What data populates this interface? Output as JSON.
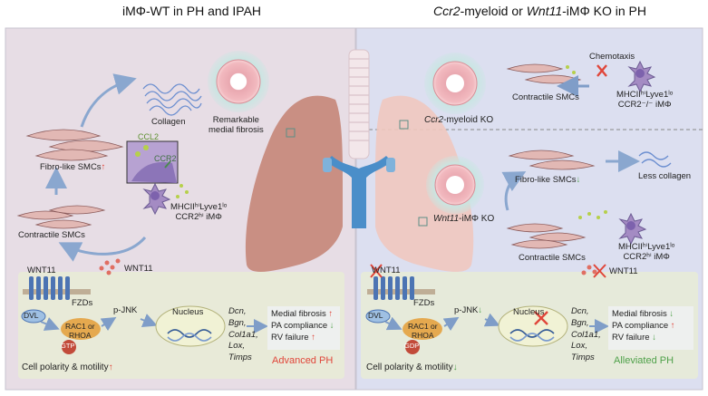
{
  "left": {
    "title": "iMΦ-WT in PH and IPAH",
    "collagen": "Collagen",
    "remarkable_1": "Remarkable",
    "remarkable_2": "medial fibrosis",
    "fibro_smcs": "Fibro-like SMCs",
    "ccl2": "CCL2",
    "ccr2": "CCR2",
    "macro_1": "MHCIIʰⁱLyve1ˡᵒ",
    "macro_2": "CCR2ʰⁱ iMΦ",
    "contractile": "Contractile SMCs",
    "wnt11_dots": "WNT11",
    "wnt11_receptor": "WNT11",
    "fzds": "FZDs",
    "dvl": "DVL",
    "rac1_1": "RAC1 or",
    "rac1_2": "RHOA",
    "gtp": "GTP",
    "pjnk": "p-JNK",
    "nucleus": "Nucleus",
    "genes": [
      "Dcn,",
      "Bgn,",
      "Col1a1,",
      "Lox,",
      "Timps"
    ],
    "outcomes": [
      "Medial fibrosis",
      "PA compliance",
      "RV failure"
    ],
    "cell_polarity": "Cell polarity & motility",
    "status": "Advanced PH"
  },
  "right": {
    "title_italic": "Ccr2",
    "title_mid": "-myeloid or ",
    "title_italic2": "Wnt11",
    "title_end": "-iMΦ KO in PH",
    "chemotaxis": "Chemotaxis",
    "contractile_top": "Contractile SMCs",
    "macro_top_1": "MHCIIʰⁱLyve1ˡᵒ",
    "macro_top_2": "CCR2⁻/⁻ iMΦ",
    "ccr2_ko_italic": "Ccr2",
    "ccr2_ko_rest": "-myeloid KO",
    "fibro_smcs": "Fibro-like SMCs",
    "less_collagen": "Less collagen",
    "wnt11_ko_italic": "Wnt11",
    "wnt11_ko_rest": "-iMΦ KO",
    "macro_1": "MHCIIʰⁱLyve1ˡᵒ",
    "macro_2": "CCR2ʰⁱ iMΦ",
    "contractile": "Contractile SMCs",
    "wnt11_dots": "WNT11",
    "wnt11_receptor": "WNT11",
    "fzds": "FZDs",
    "dvl": "DVL",
    "rac1_1": "RAC1 or",
    "rac1_2": "RHOA",
    "gdp": "GDP",
    "pjnk": "p-JNK",
    "nucleus": "Nucleus",
    "genes": [
      "Dcn,",
      "Bgn,",
      "Col1a1,",
      "Lox,",
      "Timps"
    ],
    "outcomes": [
      "Medial fibrosis",
      "PA compliance",
      "RV failure"
    ],
    "cell_polarity": "Cell polarity & motility",
    "status": "Alleviated PH"
  },
  "colors": {
    "left_bg": "#e7dde5",
    "right_bg": "#dcdff0",
    "lung_dark": "#c98f83",
    "lung_light": "#f0c8bf",
    "up_arrow": "#e0463a",
    "down_arrow": "#4fa14a",
    "advanced_ph": "#e0463a",
    "alleviated_ph": "#4fa14a",
    "receptor": "#4c74b3",
    "rac1": "#e5a94f"
  }
}
